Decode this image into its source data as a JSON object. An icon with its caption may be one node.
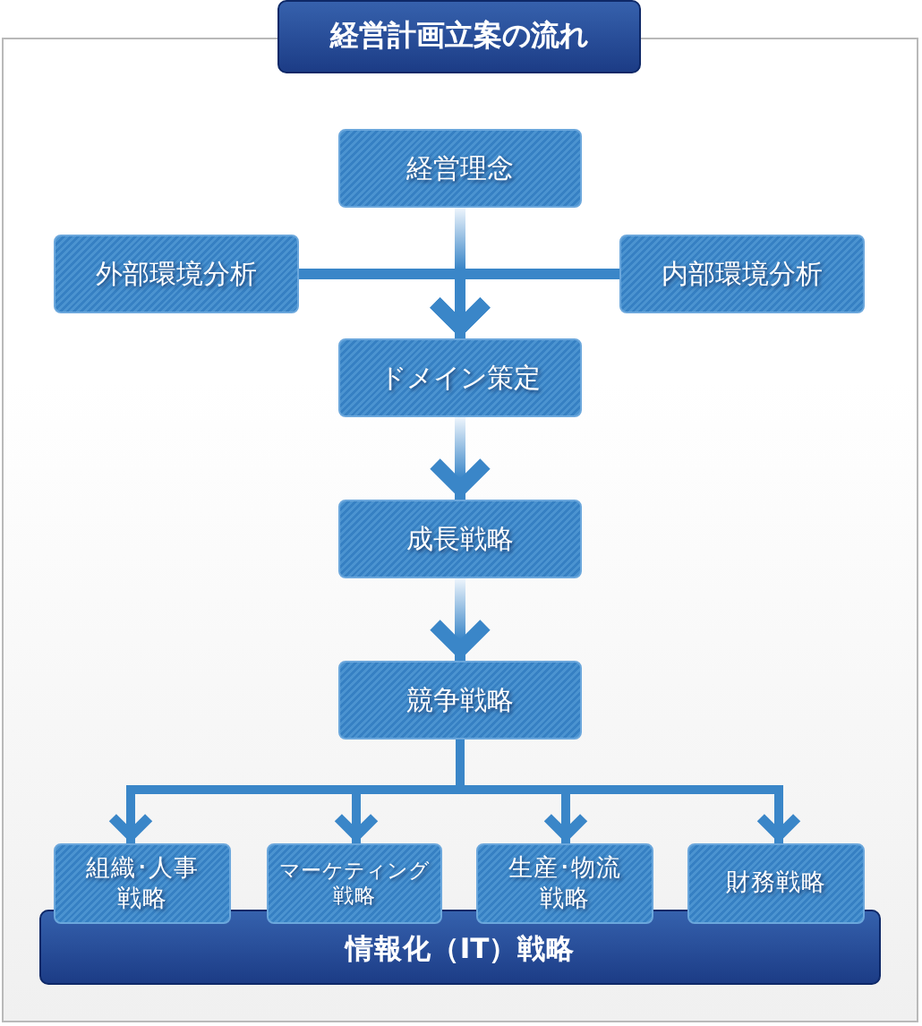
{
  "diagram": {
    "title": "経営計画立案の流れ",
    "nodes": [
      {
        "text": [
          "経営理念"
        ]
      },
      {
        "text": [
          "外部環境分析"
        ]
      },
      {
        "text": [
          "内部環境分析"
        ]
      },
      {
        "text": [
          "ドメイン策定"
        ]
      },
      {
        "text": [
          "成長戦略"
        ]
      },
      {
        "text": [
          "競争戦略"
        ]
      },
      {
        "text": [
          "組織･人事戦略"
        ]
      },
      {
        "text": [
          "マーケティング戦略"
        ]
      },
      {
        "text": [
          "生産･物流戦略"
        ]
      },
      {
        "text": [
          "財務戦略"
        ]
      },
      {
        "text": [
          "情報化（IT）戦略"
        ]
      }
    ],
    "edges": [
      {
        "from": 0,
        "to": 3,
        "arrow": "to"
      },
      {
        "from": 1,
        "to": 3,
        "arrow": "to"
      },
      {
        "from": 2,
        "to": 3,
        "arrow": "to"
      },
      {
        "from": 3,
        "to": 4,
        "arrow": "to"
      },
      {
        "from": 4,
        "to": 5,
        "arrow": "to"
      },
      {
        "from": 5,
        "to": 6,
        "arrow": "to"
      },
      {
        "from": 5,
        "to": 7,
        "arrow": "to"
      },
      {
        "from": 5,
        "to": 8,
        "arrow": "to"
      },
      {
        "from": 5,
        "to": 9,
        "arrow": "to"
      }
    ]
  }
}
